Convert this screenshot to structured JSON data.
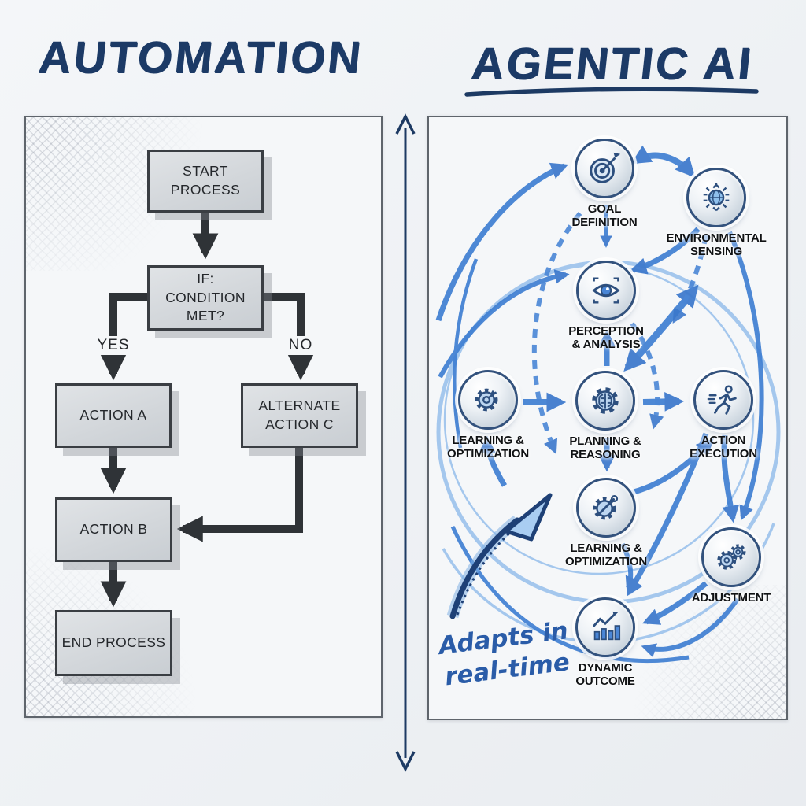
{
  "automation": {
    "title": "AUTOMATION",
    "boxes": [
      {
        "id": "start",
        "lines": [
          "START",
          "PROCESS"
        ]
      },
      {
        "id": "condition",
        "lines": [
          "IF:",
          "CONDITION",
          "MET?"
        ]
      },
      {
        "id": "action-a",
        "lines": [
          "ACTION A"
        ]
      },
      {
        "id": "alternate-c",
        "lines": [
          "ALTERNATE",
          "ACTION C"
        ]
      },
      {
        "id": "action-b",
        "lines": [
          "ACTION B"
        ]
      },
      {
        "id": "end",
        "lines": [
          "END PROCESS"
        ]
      }
    ],
    "yes_label": "YES",
    "no_label": "NO"
  },
  "agentic": {
    "title": "AGENTIC AI",
    "nodes": [
      {
        "icon": "target-dart-icon",
        "lines": [
          "GOAL",
          "DEFINITION"
        ]
      },
      {
        "icon": "globe-sensor-icon",
        "lines": [
          "ENVIRONMENTAL",
          "SENSING"
        ]
      },
      {
        "icon": "eye-scan-icon",
        "lines": [
          "PERCEPTION",
          "& ANALYSIS"
        ]
      },
      {
        "icon": "gear-learning-icon",
        "lines": [
          "LEARNING &",
          "OPTIMIZATION"
        ]
      },
      {
        "icon": "gear-brain-icon",
        "lines": [
          "PLANNING &",
          "REASONING"
        ]
      },
      {
        "icon": "runner-icon",
        "lines": [
          "ACTION",
          "EXECUTION"
        ]
      },
      {
        "icon": "gear-wrench-icon",
        "lines": [
          "LEARNING &",
          "OPTIMIZATION"
        ]
      },
      {
        "icon": "double-gears-icon",
        "lines": [
          "ADJUSTMENT"
        ]
      },
      {
        "icon": "bar-chart-growth-icon",
        "lines": [
          "DYNAMIC",
          "OUTCOME"
        ]
      }
    ],
    "annotation_lines": [
      "Adapts in",
      "real-time"
    ]
  },
  "colors": {
    "title_navy": "#1c3a66",
    "flow_arrow_dark": "#2f3337",
    "box_fill": "#d3d7db",
    "box_border": "#3a3e43",
    "agentic_arrow_blue": "#3f7fd2",
    "agentic_ring_blue": "#7aaee8",
    "annotation_blue": "#2a5ca8",
    "panel_bg": "#f5f7f9"
  }
}
